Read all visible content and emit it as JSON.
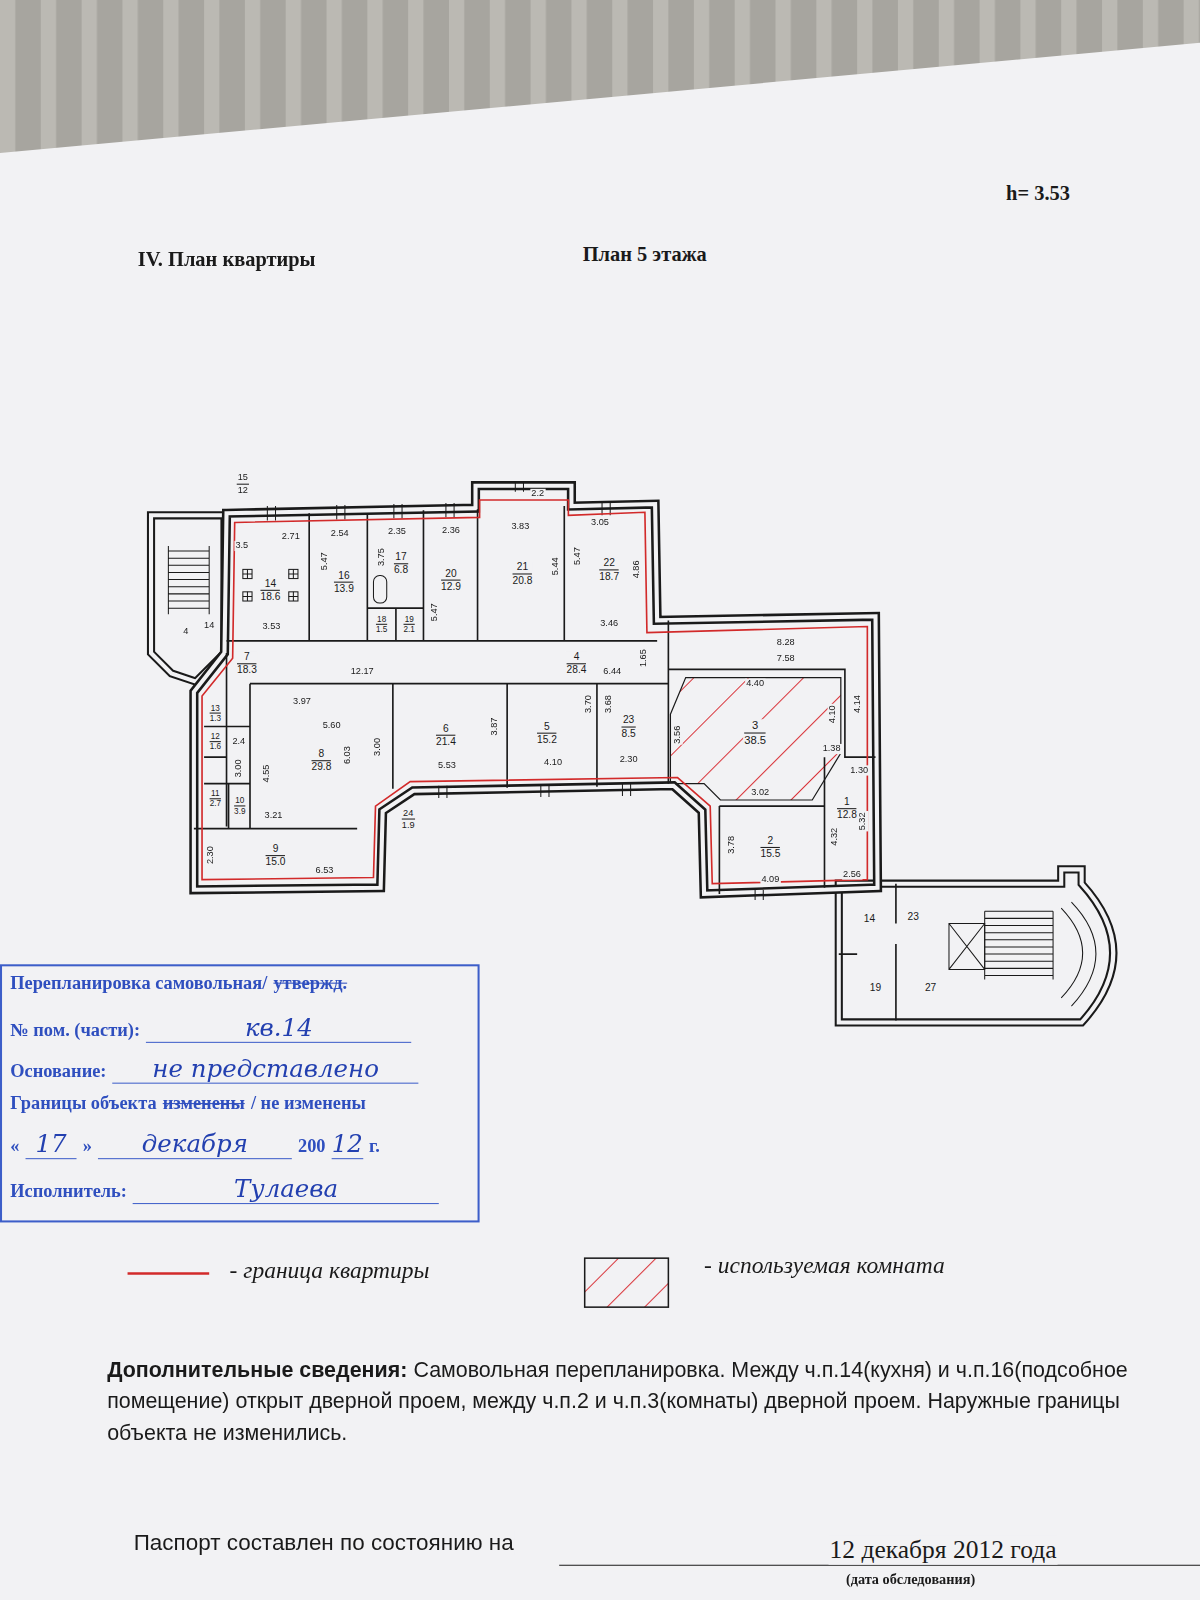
{
  "diagram": {
    "title": "IV. План квартиры",
    "nodes": [
      {
        "text": [
          "14",
          "18.6"
        ]
      },
      {
        "text": [
          "16",
          "13.9"
        ]
      },
      {
        "text": [
          "17",
          "6.8"
        ]
      },
      {
        "text": [
          "18",
          "1.5"
        ]
      },
      {
        "text": [
          "19",
          "2.1"
        ]
      },
      {
        "text": [
          "20",
          "12.9"
        ]
      },
      {
        "text": [
          "21",
          "20.8"
        ]
      },
      {
        "text": [
          "22",
          "18.7"
        ]
      },
      {
        "text": [
          "7",
          "18.3"
        ]
      },
      {
        "text": [
          "4",
          "28.4"
        ]
      },
      {
        "text": [
          "8",
          "29.8"
        ]
      },
      {
        "text": [
          "6",
          "21.4"
        ]
      },
      {
        "text": [
          "5",
          "15.2"
        ]
      },
      {
        "text": [
          "23",
          "8.5"
        ]
      },
      {
        "text": [
          "3",
          "38.5"
        ]
      },
      {
        "text": [
          "2",
          "15.5"
        ]
      },
      {
        "text": [
          "1",
          "12.8"
        ]
      },
      {
        "text": [
          "9",
          "15.0"
        ]
      },
      {
        "text": [
          "13",
          "1.3"
        ]
      },
      {
        "text": [
          "12",
          "1.6"
        ]
      },
      {
        "text": [
          "11",
          "2.7"
        ]
      },
      {
        "text": [
          "10",
          "3.9"
        ]
      },
      {
        "text": [
          "24",
          "1.9"
        ]
      },
      {
        "text": [
          "Перепланировка самовольная/",
          "утвержд.",
          "№ пом. (части):",
          "кв.14",
          "Основание:",
          "не представлено",
          "Границы объекта",
          "изменены",
          "/ не изменены",
          "«",
          "17",
          "»",
          "декабря",
          "200",
          "12",
          "г.",
          "Исполнитель:",
          "Тулаева"
        ]
      }
    ],
    "labels": [
      "h= 3.53",
      "План 5 этажа",
      "15",
      "12",
      "2.2",
      "2.71",
      "3.5",
      "5.47",
      "2.54",
      "3.75",
      "2.35",
      "2.36",
      "5.47",
      "3.83",
      "5.44",
      "3.05",
      "5.47",
      "4.86",
      "3.53",
      "3.46",
      "14",
      "4",
      "12.17",
      "6.44",
      "1.65",
      "8.28",
      "7.58",
      "3.97",
      "5.60",
      "6.03",
      "3.00",
      "4.55",
      "3.21",
      "2.4",
      "3.00",
      "3.87",
      "5.53",
      "3.70",
      "4.10",
      "3.68",
      "2.30",
      "4.40",
      "3.56",
      "4.10",
      "4.14",
      "1.38",
      "1.30",
      "3.02",
      "5.32",
      "4.32",
      "2.56",
      "3.78",
      "4.09",
      "2.30",
      "6.53",
      "14",
      "23",
      "19",
      "27",
      "Паспорт составлен по состоянию на",
      "12 декабря 2012 года",
      "(дата обследования)",
      "Дополнительные сведения:",
      "Самовольная перепланировка. Между ч.п.14(кухня) и ч.п.16(подсобное помещение) открыт дверной проем, между ч.п.2 и ч.п.3(комнаты) дверной проем. Наружные границы объекта не изменились."
    ],
    "legend": [
      {
        "text": "- граница квартиры"
      },
      {
        "text": "- используемая комната"
      }
    ]
  }
}
